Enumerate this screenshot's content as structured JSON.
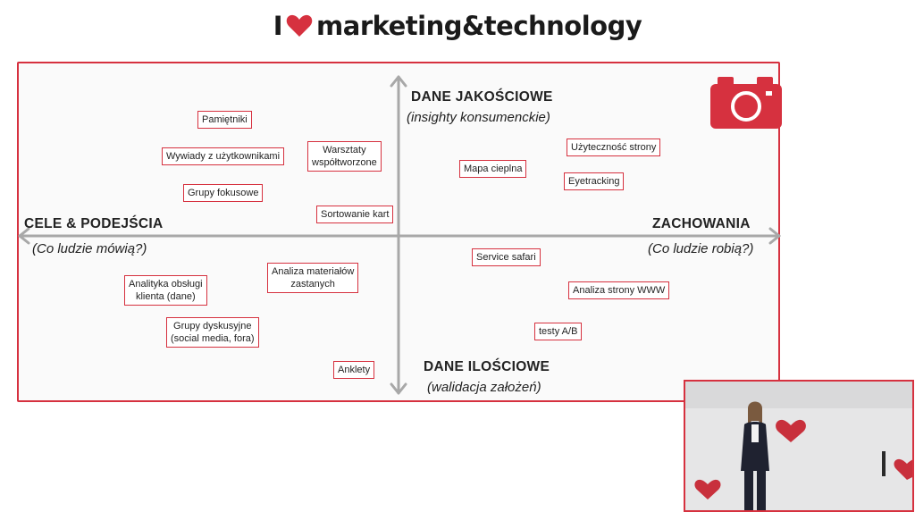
{
  "brand": {
    "before": "I",
    "after": "marketing&technology"
  },
  "quadrant": {
    "top_title": "DANE JAKOŚCIOWE",
    "top_sub": "(insighty konsumenckie)",
    "bottom_title": "DANE ILOŚCIOWE",
    "bottom_sub": "(walidacja założeń)",
    "left_title": "CELE & PODEJŚCIA",
    "left_sub": "(Co ludzie mówią?)",
    "right_title": "ZACHOWANIA",
    "right_sub": "(Co ludzie robią?)"
  },
  "tags": [
    {
      "l1": "Pamiętniki",
      "l2": ""
    },
    {
      "l1": "Wywiady z użytkownikami",
      "l2": ""
    },
    {
      "l1": "Warsztaty",
      "l2": "współtworzone"
    },
    {
      "l1": "Grupy fokusowe",
      "l2": ""
    },
    {
      "l1": "Sortowanie kart",
      "l2": ""
    },
    {
      "l1": "Użyteczność strony",
      "l2": ""
    },
    {
      "l1": "Mapa cieplna",
      "l2": ""
    },
    {
      "l1": "Eyetracking",
      "l2": ""
    },
    {
      "l1": "Analiza materiałów",
      "l2": "zastanych"
    },
    {
      "l1": "Analityka obsługi",
      "l2": "klienta (dane)"
    },
    {
      "l1": "Grupy dyskusyjne",
      "l2": "(social media, fora)"
    },
    {
      "l1": "Anklety",
      "l2": ""
    },
    {
      "l1": "Service safari",
      "l2": ""
    },
    {
      "l1": "Analiza strony WWW",
      "l2": ""
    },
    {
      "l1": "testy A/B",
      "l2": ""
    }
  ],
  "colors": {
    "accent": "#d6313f",
    "axis": "#a8a8a8",
    "text": "#222222"
  },
  "icons": {
    "brand": "heart-icon",
    "slide": "camera-icon"
  }
}
